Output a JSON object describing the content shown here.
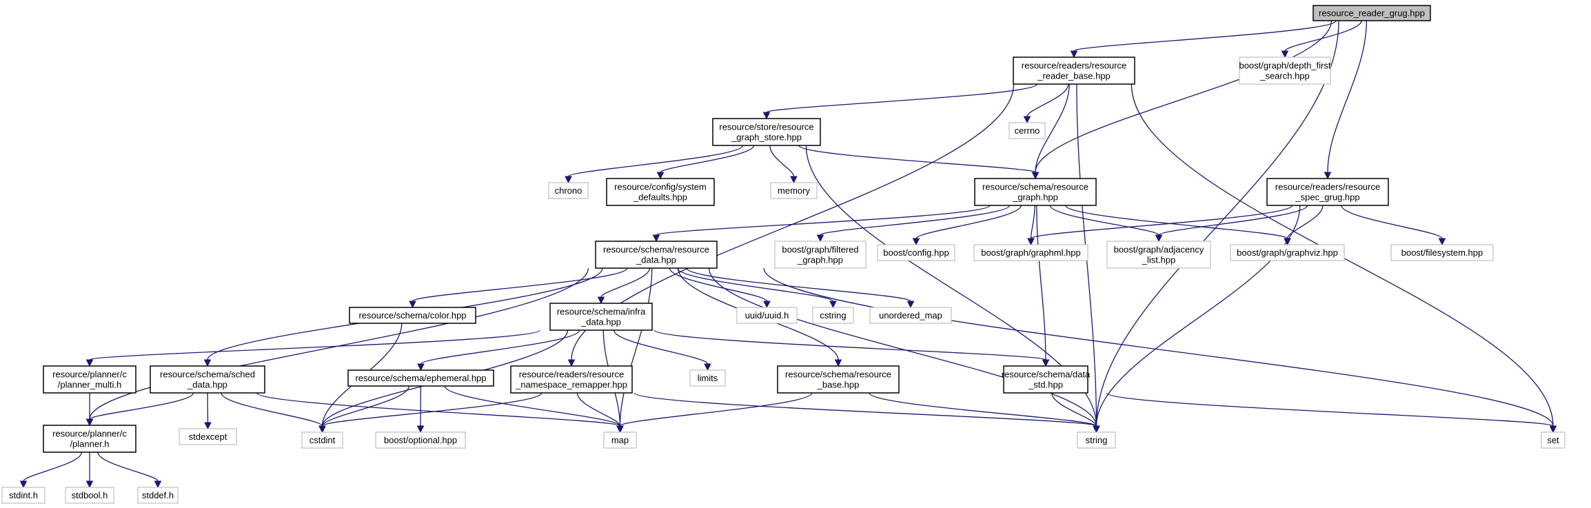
{
  "diagram": {
    "colors": {
      "edge": "#191970",
      "project_border": "#000000",
      "external_border": "#bfbfbf",
      "root_fill": "#bfbfbf"
    },
    "nodes": [
      {
        "id": "root",
        "kind": "root",
        "lines": [
          "resource_reader_grug.hpp"
        ]
      },
      {
        "id": "reader_base",
        "kind": "proj",
        "lines": [
          "resource/readers/resource",
          "_reader_base.hpp"
        ]
      },
      {
        "id": "dfs",
        "kind": "ext",
        "lines": [
          "boost/graph/depth_first",
          "_search.hpp"
        ]
      },
      {
        "id": "cerrno",
        "kind": "ext",
        "lines": [
          "cerrno"
        ]
      },
      {
        "id": "graph_store",
        "kind": "proj",
        "lines": [
          "resource/store/resource",
          "_graph_store.hpp"
        ]
      },
      {
        "id": "chrono",
        "kind": "ext",
        "lines": [
          "chrono"
        ]
      },
      {
        "id": "sys_defaults",
        "kind": "proj",
        "lines": [
          "resource/config/system",
          "_defaults.hpp"
        ]
      },
      {
        "id": "memory",
        "kind": "ext",
        "lines": [
          "memory"
        ]
      },
      {
        "id": "resource_graph",
        "kind": "proj",
        "lines": [
          "resource/schema/resource",
          "_graph.hpp"
        ]
      },
      {
        "id": "spec_grug",
        "kind": "proj",
        "lines": [
          "resource/readers/resource",
          "_spec_grug.hpp"
        ]
      },
      {
        "id": "resource_data",
        "kind": "proj",
        "lines": [
          "resource/schema/resource",
          "_data.hpp"
        ]
      },
      {
        "id": "filtered_graph",
        "kind": "ext",
        "lines": [
          "boost/graph/filtered",
          "_graph.hpp"
        ]
      },
      {
        "id": "boost_config",
        "kind": "ext",
        "lines": [
          "boost/config.hpp"
        ]
      },
      {
        "id": "graphml",
        "kind": "ext",
        "lines": [
          "boost/graph/graphml.hpp"
        ]
      },
      {
        "id": "adjacency",
        "kind": "ext",
        "lines": [
          "boost/graph/adjacency",
          "_list.hpp"
        ]
      },
      {
        "id": "graphviz",
        "kind": "ext",
        "lines": [
          "boost/graph/graphviz.hpp"
        ]
      },
      {
        "id": "filesystem",
        "kind": "ext",
        "lines": [
          "boost/filesystem.hpp"
        ]
      },
      {
        "id": "color",
        "kind": "proj",
        "lines": [
          "resource/schema/color.hpp"
        ]
      },
      {
        "id": "infra_data",
        "kind": "proj",
        "lines": [
          "resource/schema/infra",
          "_data.hpp"
        ]
      },
      {
        "id": "uuid",
        "kind": "ext",
        "lines": [
          "uuid/uuid.h"
        ]
      },
      {
        "id": "cstring",
        "kind": "ext",
        "lines": [
          "cstring"
        ]
      },
      {
        "id": "unordered_map",
        "kind": "ext",
        "lines": [
          "unordered_map"
        ]
      },
      {
        "id": "planner_multi",
        "kind": "proj",
        "lines": [
          "resource/planner/c",
          "/planner_multi.h"
        ]
      },
      {
        "id": "sched_data",
        "kind": "proj",
        "lines": [
          "resource/schema/sched",
          "_data.hpp"
        ]
      },
      {
        "id": "ephemeral",
        "kind": "proj",
        "lines": [
          "resource/schema/ephemeral.hpp"
        ]
      },
      {
        "id": "ns_remapper",
        "kind": "proj",
        "lines": [
          "resource/readers/resource",
          "_namespace_remapper.hpp"
        ]
      },
      {
        "id": "limits",
        "kind": "ext",
        "lines": [
          "limits"
        ]
      },
      {
        "id": "resource_base",
        "kind": "proj",
        "lines": [
          "resource/schema/resource",
          "_base.hpp"
        ]
      },
      {
        "id": "data_std",
        "kind": "proj",
        "lines": [
          "resource/schema/data",
          "_std.hpp"
        ]
      },
      {
        "id": "planner",
        "kind": "proj",
        "lines": [
          "resource/planner/c",
          "/planner.h"
        ]
      },
      {
        "id": "stdexcept",
        "kind": "ext",
        "lines": [
          "stdexcept"
        ]
      },
      {
        "id": "cstdint",
        "kind": "ext",
        "lines": [
          "cstdint"
        ]
      },
      {
        "id": "boost_optional",
        "kind": "ext",
        "lines": [
          "boost/optional.hpp"
        ]
      },
      {
        "id": "map",
        "kind": "ext",
        "lines": [
          "map"
        ]
      },
      {
        "id": "string",
        "kind": "ext",
        "lines": [
          "string"
        ]
      },
      {
        "id": "set",
        "kind": "ext",
        "lines": [
          "set"
        ]
      },
      {
        "id": "stdint",
        "kind": "ext",
        "lines": [
          "stdint.h"
        ]
      },
      {
        "id": "stdbool",
        "kind": "ext",
        "lines": [
          "stdbool.h"
        ]
      },
      {
        "id": "stddef",
        "kind": "ext",
        "lines": [
          "stddef.h"
        ]
      }
    ],
    "edges": [
      [
        "root",
        "reader_base"
      ],
      [
        "root",
        "dfs"
      ],
      [
        "root",
        "resource_graph"
      ],
      [
        "root",
        "spec_grug"
      ],
      [
        "root",
        "string"
      ],
      [
        "reader_base",
        "cerrno"
      ],
      [
        "reader_base",
        "graph_store"
      ],
      [
        "reader_base",
        "resource_graph"
      ],
      [
        "reader_base",
        "ns_remapper"
      ],
      [
        "reader_base",
        "string"
      ],
      [
        "reader_base",
        "set"
      ],
      [
        "graph_store",
        "chrono"
      ],
      [
        "graph_store",
        "sys_defaults"
      ],
      [
        "graph_store",
        "memory"
      ],
      [
        "graph_store",
        "resource_graph"
      ],
      [
        "graph_store",
        "string"
      ],
      [
        "resource_graph",
        "resource_data"
      ],
      [
        "resource_graph",
        "filtered_graph"
      ],
      [
        "resource_graph",
        "boost_config"
      ],
      [
        "resource_graph",
        "graphml"
      ],
      [
        "resource_graph",
        "adjacency"
      ],
      [
        "resource_graph",
        "graphviz"
      ],
      [
        "resource_graph",
        "data_std"
      ],
      [
        "spec_grug",
        "graphml"
      ],
      [
        "spec_grug",
        "adjacency"
      ],
      [
        "spec_grug",
        "graphviz"
      ],
      [
        "spec_grug",
        "filesystem"
      ],
      [
        "spec_grug",
        "string"
      ],
      [
        "resource_data",
        "color"
      ],
      [
        "resource_data",
        "infra_data"
      ],
      [
        "resource_data",
        "uuid"
      ],
      [
        "resource_data",
        "cstring"
      ],
      [
        "resource_data",
        "unordered_map"
      ],
      [
        "resource_data",
        "sched_data"
      ],
      [
        "resource_data",
        "planner"
      ],
      [
        "resource_data",
        "resource_base"
      ],
      [
        "resource_data",
        "map"
      ],
      [
        "resource_data",
        "string"
      ],
      [
        "resource_data",
        "set"
      ],
      [
        "color",
        "cstdint"
      ],
      [
        "infra_data",
        "planner_multi"
      ],
      [
        "infra_data",
        "ephemeral"
      ],
      [
        "infra_data",
        "limits"
      ],
      [
        "infra_data",
        "data_std"
      ],
      [
        "infra_data",
        "cstdint"
      ],
      [
        "infra_data",
        "map"
      ],
      [
        "planner_multi",
        "planner"
      ],
      [
        "sched_data",
        "planner"
      ],
      [
        "sched_data",
        "stdexcept"
      ],
      [
        "sched_data",
        "cstdint"
      ],
      [
        "sched_data",
        "map"
      ],
      [
        "ephemeral",
        "cstdint"
      ],
      [
        "ephemeral",
        "boost_optional"
      ],
      [
        "ephemeral",
        "map"
      ],
      [
        "ns_remapper",
        "cstdint"
      ],
      [
        "ns_remapper",
        "map"
      ],
      [
        "ns_remapper",
        "string"
      ],
      [
        "resource_base",
        "map"
      ],
      [
        "resource_base",
        "string"
      ],
      [
        "data_std",
        "string"
      ],
      [
        "data_std",
        "set"
      ],
      [
        "planner",
        "stdint"
      ],
      [
        "planner",
        "stdbool"
      ],
      [
        "planner",
        "stddef"
      ]
    ]
  }
}
